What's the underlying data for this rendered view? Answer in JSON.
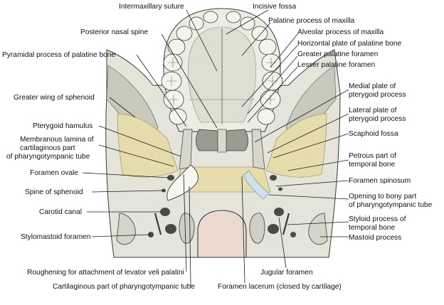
{
  "colors": {
    "bone": "#e4e4da",
    "bone_shadow": "#b9b9ad",
    "bone_dark": "#8d8d83",
    "ochre": "#e6dcab",
    "blue_tint": "#cfe0ea",
    "outline": "#3a3a3a",
    "leader": "#1a1a1a",
    "text": "#111111"
  },
  "labels": [
    {
      "id": "intermaxillary-suture",
      "text": "Intermaxillary suture"
    },
    {
      "id": "incisive-fossa",
      "text": "Incisive fossa"
    },
    {
      "id": "palatine-process-of-maxilla",
      "text": "Palatine process of maxilla"
    },
    {
      "id": "posterior-nasal-spine",
      "text": "Posterior nasal spine"
    },
    {
      "id": "alveolar-process-of-maxilla",
      "text": "Alveolar process of maxilla"
    },
    {
      "id": "horizontal-plate-of-palatine-bone",
      "text": "Horizontal plate of palatine bone"
    },
    {
      "id": "pyramidal-process-of-palatine-bone",
      "text": "Pyramidal process of palatine bone"
    },
    {
      "id": "greater-palatine-foramen",
      "text": "Greater palatine foramen"
    },
    {
      "id": "lesser-palatine-foramen",
      "text": "Lesser palatine foramen"
    },
    {
      "id": "medial-plate-of-pterygoid-process-1",
      "text": "Medial plate of"
    },
    {
      "id": "medial-plate-of-pterygoid-process-2",
      "text": "pterygoid process"
    },
    {
      "id": "greater-wing-of-sphenoid",
      "text": "Greater wing of sphenoid"
    },
    {
      "id": "lateral-plate-of-pterygoid-process-1",
      "text": "Lateral plate of"
    },
    {
      "id": "lateral-plate-of-pterygoid-process-2",
      "text": "pterygoid process"
    },
    {
      "id": "pterygoid-hamulus",
      "text": "Pterygoid hamulus"
    },
    {
      "id": "scaphoid-fossa",
      "text": "Scaphoid fossa"
    },
    {
      "id": "membranous-lamina-1",
      "text": "Membranous lamina of"
    },
    {
      "id": "membranous-lamina-2",
      "text": "cartilaginous part"
    },
    {
      "id": "membranous-lamina-3",
      "text": "of pharyngotympanic tube"
    },
    {
      "id": "petrous-part-of-temporal-bone-1",
      "text": "Petrous part of"
    },
    {
      "id": "petrous-part-of-temporal-bone-2",
      "text": "temporal bone"
    },
    {
      "id": "foramen-ovale",
      "text": "Foramen ovale"
    },
    {
      "id": "foramen-spinosum",
      "text": "Foramen spinosum"
    },
    {
      "id": "spine-of-sphenoid",
      "text": "Spine of sphenoid"
    },
    {
      "id": "opening-to-bony-part-1",
      "text": "Opening to bony part"
    },
    {
      "id": "opening-to-bony-part-2",
      "text": "of pharyngotympanic tube"
    },
    {
      "id": "carotid-canal",
      "text": "Carotid canal"
    },
    {
      "id": "styloid-process-1",
      "text": "Styloid process of"
    },
    {
      "id": "styloid-process-2",
      "text": "temporal bone"
    },
    {
      "id": "stylomastoid-foramen",
      "text": "Stylomastoid foramen"
    },
    {
      "id": "mastoid-process",
      "text": "Mastoid process"
    },
    {
      "id": "roughening",
      "text": "Roughening for attachment of levator veli palatini"
    },
    {
      "id": "jugular-foramen",
      "text": "Jugular foramen"
    },
    {
      "id": "cartilaginous-part",
      "text": "Cartilaginous part of pharyngotympanic tube"
    },
    {
      "id": "foramen-lacerum",
      "text": "Foramen lacerum (closed by cartilage)"
    }
  ]
}
